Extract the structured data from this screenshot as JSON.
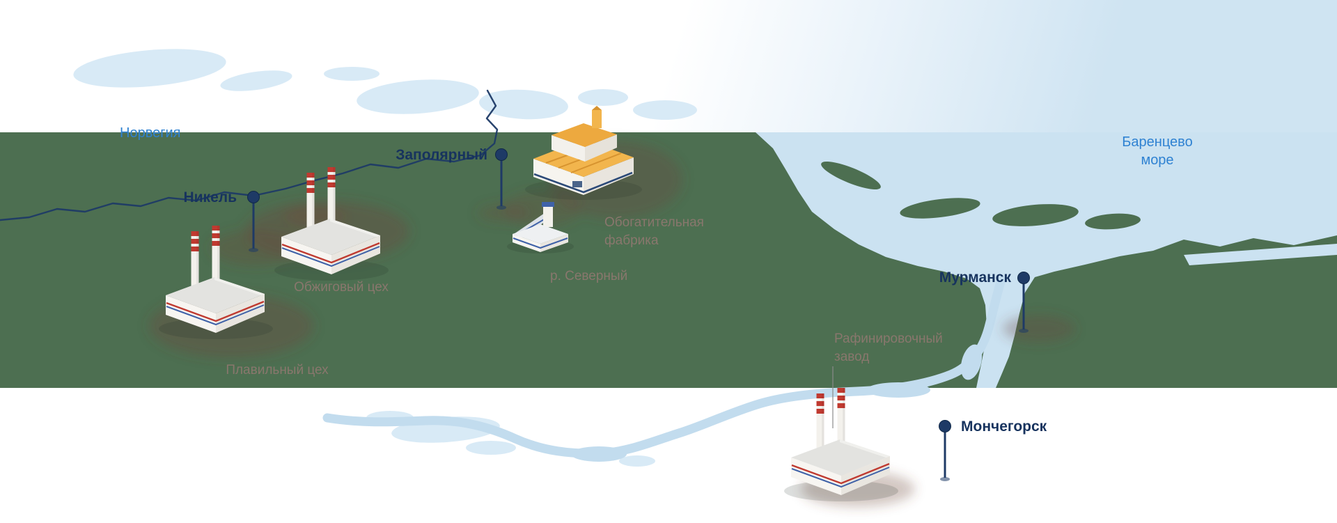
{
  "map": {
    "region_labels": {
      "norway": "Норвегия",
      "barents_sea_line1": "Баренцево",
      "barents_sea_line2": "море"
    },
    "cities": {
      "nikel": "Никель",
      "zapolyarny": "Заполярный",
      "murmansk": "Мурманск",
      "monchegorsk": "Мончегорск"
    },
    "facilities": {
      "roasting_shop": "Обжиговый цех",
      "smelting_shop": "Плавильный цех",
      "concentrator_line1": "Обогатительная",
      "concentrator_line2": "фабрика",
      "severny_mine": "р. Северный",
      "refinery_line1": "Рафинировочный",
      "refinery_line2": "завод"
    },
    "colors": {
      "land_green": "#4d6f51",
      "sea_blue": "#cbe2f1",
      "marker_navy": "#1e3a66",
      "city_label_navy": "#17335e",
      "water_label_blue": "#2f82d2",
      "facility_label_brown": "#8f7870",
      "chimney_red": "#c03a30",
      "pollution_brown": "#6e473d"
    }
  }
}
